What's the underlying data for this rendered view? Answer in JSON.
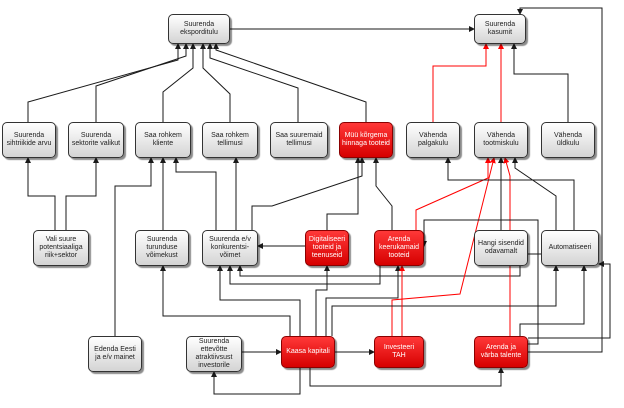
{
  "nodes": {
    "eksport": {
      "label": "Suurenda\neksporditulu"
    },
    "kasum": {
      "label": "Suurenda\nkasumit"
    },
    "sihtriik": {
      "label": "Suurenda\nsihtriikide arvu"
    },
    "sektor": {
      "label": "Suurenda\nsektorite valikut"
    },
    "kliente": {
      "label": "Saa rohkem\nkliente"
    },
    "tellimusi": {
      "label": "Saa rohkem\ntellimusi"
    },
    "suuremaid": {
      "label": "Saa suuremaid\ntellimusi"
    },
    "myyk": {
      "label": "Müü kõrgema\nhinnaga tooteid",
      "color": "red"
    },
    "palgakulu": {
      "label": "Vähenda\npalgakulu"
    },
    "tootmiskulu": {
      "label": "Vähenda\ntootmiskulu"
    },
    "yldkulu": {
      "label": "Vähenda\nüldkulu"
    },
    "vali": {
      "label": "Vali suure\npotentsiaaliga\nriik+sektor"
    },
    "turundus": {
      "label": "Suurenda\nturunduse\nvõimekust"
    },
    "konkurents": {
      "label": "Suurenda e/v\nkonkurentsi-\nvõimet"
    },
    "digi": {
      "label": "Digitaliseeri\ntooteid ja\nteenuseid",
      "color": "red"
    },
    "arenda": {
      "label": "Arenda\nkeerukamaid\ntooteid",
      "color": "red"
    },
    "hangi": {
      "label": "Hangi sisendid\nodavamalt"
    },
    "auto": {
      "label": "Automatiseeri"
    },
    "edenda": {
      "label": "Edenda Eesti\nja e/v mainet"
    },
    "atraktiivsus": {
      "label": "Suurenda\nettevõtte\natraktiivsust\ninvestorile"
    },
    "kapital": {
      "label": "Kaasa kapitali",
      "color": "red"
    },
    "tah": {
      "label": "Investeeri TAH",
      "color": "red"
    },
    "talent": {
      "label": "Arenda ja\nvärba talente",
      "color": "red"
    }
  },
  "colors": {
    "accent": "#ff0000",
    "line": "#1a1a1a",
    "node_red": "#ee1111"
  }
}
